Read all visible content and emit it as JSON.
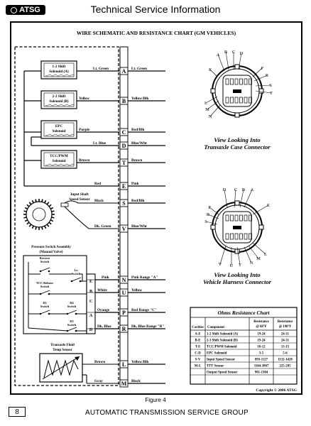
{
  "header": {
    "logo": "ATSG",
    "title": "Technical Service Information"
  },
  "chart_title": "WIRE SCHEMATIC AND RESISTANCE CHART (GM VEHICLES)",
  "components": {
    "shift_a": [
      "1-2 Shift",
      "Solenoid (A)"
    ],
    "shift_b": [
      "2-3 Shift",
      "Solenoid (B)"
    ],
    "epc": [
      "EPC",
      "Solenoid"
    ],
    "tcc": [
      "TCC/PWM",
      "Solenoid"
    ],
    "speed_sensor": [
      "Input Shaft",
      "Speed Sensor"
    ],
    "pressure_switch": [
      "Pressure Switch Assembly",
      "(Manual Valve)"
    ],
    "reverse_switch": [
      "Reverse",
      "Switch"
    ],
    "lo_switch": [
      "Lo",
      "Switch"
    ],
    "tcc_release_switch": [
      "TCC Release",
      "Switch"
    ],
    "d2_switch": [
      "D2",
      "Switch"
    ],
    "d4_switch": [
      "D4",
      "Switch"
    ],
    "d3_switch": [
      "D3",
      "Switch"
    ],
    "temp_sensor": [
      "Transaxle Fluid",
      "Temp Sensor"
    ],
    "switch_pins": [
      "E",
      "B",
      "C",
      "A",
      "D"
    ]
  },
  "inner_wires": {
    "a": "Lt. Green",
    "b": "Yellow",
    "c": "Purple",
    "d": "Lt. Blue",
    "t": "Brown",
    "e": "Red",
    "s": "Black",
    "v": "Dk. Green",
    "n": "Pink",
    "u": "White",
    "p": "Orange",
    "r": "Dk. Blue",
    "l": "Brown",
    "m": "Gray"
  },
  "pins": [
    "A",
    "B",
    "C",
    "D",
    "T",
    "E",
    "S",
    "V",
    "N",
    "U",
    "P",
    "R",
    "L",
    "M"
  ],
  "outer_wires": {
    "a": "Lt. Green",
    "b": "Yellow/Blk",
    "c": "Red/Blk",
    "d": "Blue/Wht",
    "t": "Brown",
    "e": "Pink",
    "s": "Red/Blk",
    "v": "Blue/Wht",
    "n": "Pink  Range \"A\"",
    "u": "Yellow",
    "p": "Red  Range \"C\"",
    "r": "Dk. Blue  Range \"B\"",
    "l": "Yellow/Blk",
    "m": "Black"
  },
  "connector_top": {
    "letters": [
      "A",
      "B",
      "C",
      "D",
      "E",
      "P",
      "R",
      "S",
      "T",
      "L",
      "M",
      "N"
    ],
    "caption": [
      "View Looking Into",
      "Transaxle Case Connector"
    ]
  },
  "connector_bottom": {
    "letters": [
      "D",
      "C",
      "B",
      "A",
      "E",
      "P",
      "R",
      "S",
      "V",
      "U",
      "T",
      "N",
      "M",
      "L"
    ],
    "caption": [
      "View Looking Into",
      "Vehicle Harness Connector"
    ]
  },
  "ohms_chart": {
    "title": "Ohms Resistance Chart",
    "headers": [
      "Cavities",
      "Component",
      "Resistance\n@ 68°F",
      "Resistance\n@ 190°F"
    ],
    "rows": [
      [
        "A-E",
        "1-2 Shift Solenoid (A)",
        "19-24",
        "24-31"
      ],
      [
        "B-E",
        "2-3 Shift Solenoid (B)",
        "19-24",
        "24-31"
      ],
      [
        "T-E",
        "TCC/PWM Solenoid",
        "10-12",
        "13-15"
      ],
      [
        "C-D",
        "EPC Solenoid",
        "3-5",
        "5-6"
      ],
      [
        "S-V",
        "Input Speed Sensor",
        "893-1127",
        "1132-1428"
      ],
      [
        "M-L",
        "TFT Sensor",
        "3164-3867",
        "225-285"
      ],
      [
        "",
        "Output Speed Sensor",
        "981-1304",
        ""
      ]
    ]
  },
  "copyright": "Copyright © 2006 ATSG",
  "figure_label": "Figure 4",
  "page_number": "8",
  "footer": "AUTOMATIC TRANSMISSION SERVICE GROUP"
}
